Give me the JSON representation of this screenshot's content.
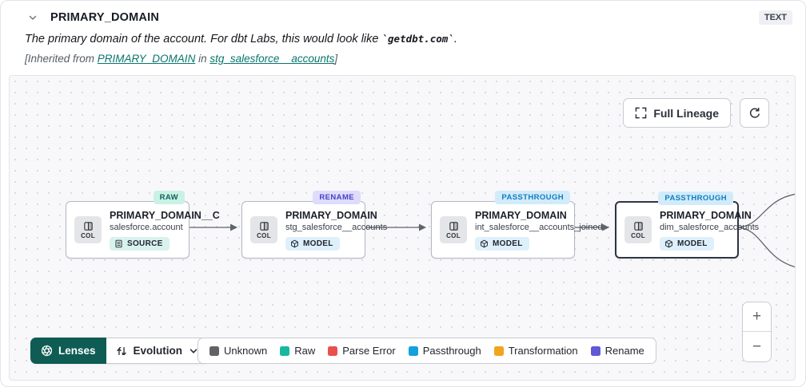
{
  "header": {
    "title": "PRIMARY_DOMAIN",
    "type_badge": "TEXT",
    "description": {
      "prefix": "The primary domain of the account. For dbt Labs, this would look like ",
      "code": "`getdbt.com`",
      "suffix": "."
    },
    "inherited": {
      "prefix": "[Inherited from ",
      "column_link": "PRIMARY_DOMAIN",
      "middle": " in ",
      "model_link": "stg_salesforce__accounts",
      "suffix": "]"
    }
  },
  "canvas": {
    "full_lineage_button": "Full Lineage",
    "zoom_in": "+",
    "zoom_out": "−"
  },
  "nodes": [
    {
      "col_badge": "COL",
      "title": "PRIMARY_DOMAIN__C",
      "subtitle": "salesforce.account",
      "type": "SOURCE",
      "status": "RAW"
    },
    {
      "col_badge": "COL",
      "title": "PRIMARY_DOMAIN",
      "subtitle": "stg_salesforce__accounts",
      "type": "MODEL",
      "status": "RENAME"
    },
    {
      "col_badge": "COL",
      "title": "PRIMARY_DOMAIN",
      "subtitle": "int_salesforce__accounts_joined",
      "type": "MODEL",
      "status": "PASSTHROUGH"
    },
    {
      "col_badge": "COL",
      "title": "PRIMARY_DOMAIN",
      "subtitle": "dim_salesforce_accounts",
      "type": "MODEL",
      "status": "PASSTHROUGH"
    }
  ],
  "status_styles": {
    "RAW": {
      "bg": "#c9f2e4",
      "text": "#11615a"
    },
    "RENAME": {
      "bg": "#dedcfa",
      "text": "#4842c8"
    },
    "PASSTHROUGH": {
      "bg": "#d2ebfa",
      "text": "#0f7fc0"
    }
  },
  "type_styles": {
    "SOURCE": {
      "bg": "#d8f2ee"
    },
    "MODEL": {
      "bg": "#def0fb"
    }
  },
  "toolbar": {
    "lenses_label": "Lenses",
    "lens_value": "Evolution"
  },
  "legend": {
    "items": [
      {
        "label": "Unknown",
        "color": "#606268"
      },
      {
        "label": "Raw",
        "color": "#17b8a0"
      },
      {
        "label": "Parse Error",
        "color": "#e8504f"
      },
      {
        "label": "Passthrough",
        "color": "#13a0dc"
      },
      {
        "label": "Transformation",
        "color": "#f2a41f"
      },
      {
        "label": "Rename",
        "color": "#6158d6"
      }
    ]
  }
}
